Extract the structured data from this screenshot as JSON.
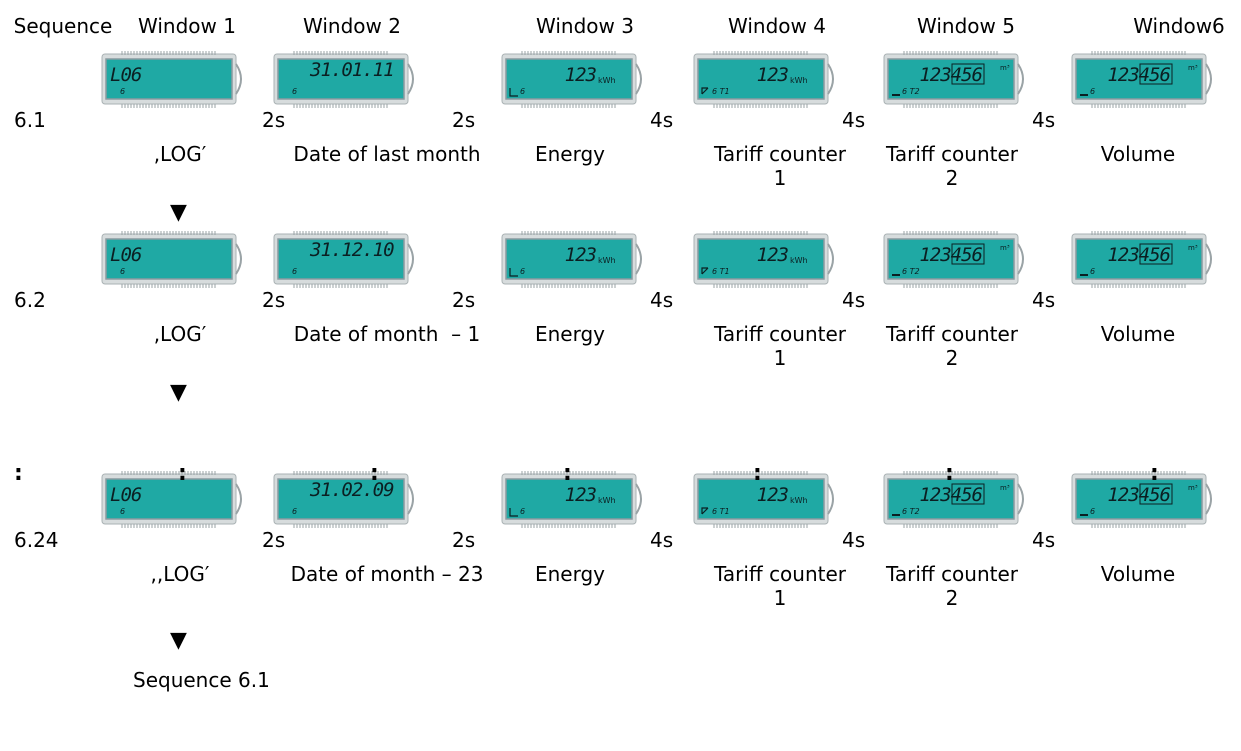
{
  "header": [
    "Sequence",
    "Window 1",
    "Window 2",
    "Window 3",
    "Window 4",
    "Window 5",
    "Window6"
  ],
  "rows": [
    {
      "id": "6.1",
      "delays": [
        "2s",
        "2s",
        "4s",
        "4s",
        "4s"
      ],
      "labels": [
        ",LOG′",
        "Date of last month",
        "Energy",
        "Tariff counter\n1",
        "Tariff counter\n2",
        "Volume"
      ],
      "displays": [
        {
          "main": "L06",
          "sub": "6"
        },
        {
          "main": "31.01.11",
          "sub": "6"
        },
        {
          "main": "123",
          "unit": "kWh",
          "sub": "6"
        },
        {
          "main": "123",
          "unit": "kWh",
          "sub": "6 T1"
        },
        {
          "main": "123456",
          "unit": "m³",
          "sub": "6 T2"
        },
        {
          "main": "123456",
          "unit": "m³",
          "sub": "6"
        }
      ]
    },
    {
      "id": "6.2",
      "delays": [
        "2s",
        "2s",
        "4s",
        "4s",
        "4s"
      ],
      "labels": [
        ",LOG′",
        "Date of month  – 1",
        "Energy",
        "Tariff counter\n1",
        "Tariff counter\n2",
        "Volume"
      ],
      "displays": [
        {
          "main": "L06",
          "sub": "6"
        },
        {
          "main": "31.12.10",
          "sub": "6"
        },
        {
          "main": "123",
          "unit": "kWh",
          "sub": "6"
        },
        {
          "main": "123",
          "unit": "kWh",
          "sub": "6 T1"
        },
        {
          "main": "123456",
          "unit": "m³",
          "sub": "6 T2"
        },
        {
          "main": "123456",
          "unit": "m³",
          "sub": "6"
        }
      ]
    },
    {
      "id": "6.24",
      "delays": [
        "2s",
        "2s",
        "4s",
        "4s",
        "4s"
      ],
      "labels": [
        ",,LOG′",
        "Date of month – 23",
        "Energy",
        "Tariff counter\n1",
        "Tariff counter\n2",
        "Volume"
      ],
      "displays": [
        {
          "main": "L06",
          "sub": "6"
        },
        {
          "main": "31.02.09",
          "sub": "6"
        },
        {
          "main": "123",
          "unit": "kWh",
          "sub": "6"
        },
        {
          "main": "123",
          "unit": "kWh",
          "sub": "6 T1"
        },
        {
          "main": "123456",
          "unit": "m³",
          "sub": "6 T2"
        },
        {
          "main": "123456",
          "unit": "m³",
          "sub": "6"
        }
      ]
    }
  ],
  "ellipsis": ":",
  "arrow": "▼",
  "footer": "Sequence 6.1",
  "colors": {
    "lcd": "#1fa9a4",
    "lcd_border": "#8a9aa0",
    "frame": "#d7dcdd",
    "segment": "#0b1f22"
  }
}
